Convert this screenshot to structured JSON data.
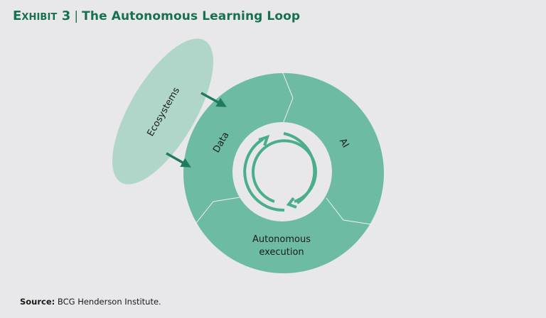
{
  "header": {
    "exhibit_label": "Exhibit 3",
    "separator": "|",
    "title": "The Autonomous Learning Loop"
  },
  "diagram": {
    "outer_element": {
      "label": "Ecosystems",
      "feeds_into": "Data",
      "arrow_count": 2
    },
    "ring_segments": [
      {
        "label": "Data"
      },
      {
        "label": "AI"
      },
      {
        "label_line1": "Autonomous",
        "label_line2": "execution"
      }
    ],
    "center": {
      "icon": "cycle-arrows-icon",
      "direction": "clockwise"
    },
    "colors": {
      "ring": "#6dbba5",
      "ellipse": "#b0d6c9",
      "arrow": "#1e7b5e",
      "center_arrows": "#4aae8c",
      "title": "#17704e",
      "background": "#e8e8ea"
    }
  },
  "footer": {
    "source_label": "Source:",
    "source_text": "BCG Henderson Institute."
  }
}
